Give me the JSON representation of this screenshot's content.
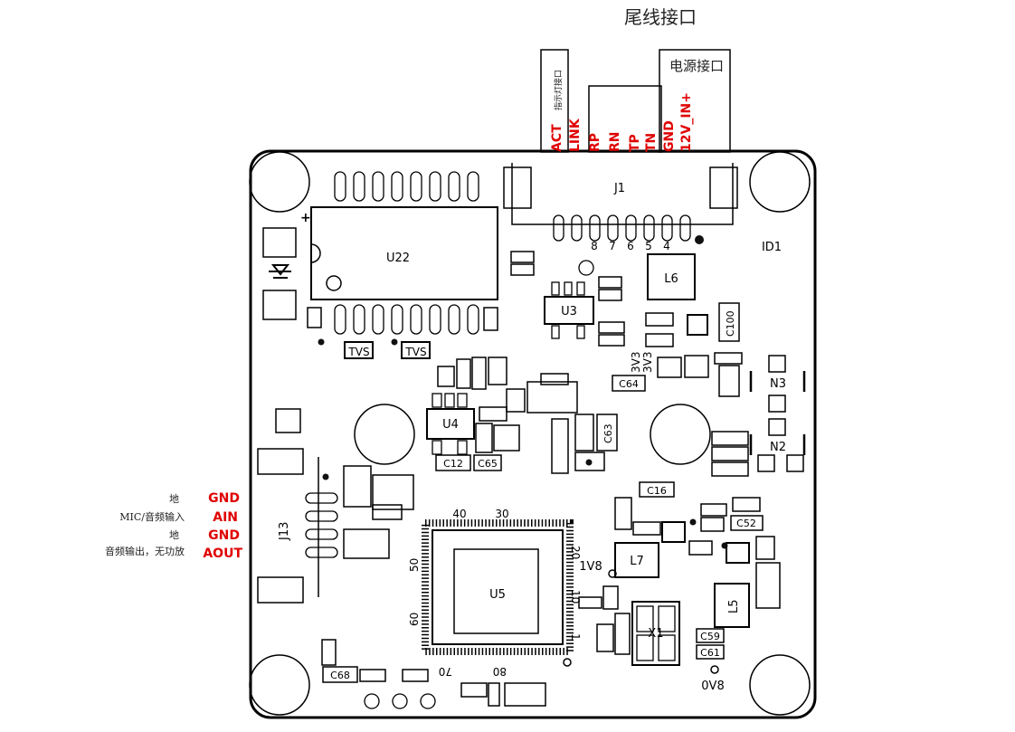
{
  "titles": {
    "pigtail": "尾线接口",
    "power": "电源接口",
    "indicator": "指示灯接口"
  },
  "top_pins": [
    "ACT",
    "LINK",
    "RP",
    "RN",
    "TP",
    "TN",
    "GND",
    "12V_IN+"
  ],
  "j1_pin_numbers": [
    "8",
    "7",
    "6",
    "5",
    "4"
  ],
  "audio": {
    "pins": [
      "GND",
      "AIN",
      "GND",
      "AOUT"
    ],
    "descriptions": [
      "地",
      "MIC/音频输入",
      "地",
      "音频输出，无功放"
    ]
  },
  "components": {
    "j1": "J1",
    "u22": "U22",
    "u3": "U3",
    "u4": "U4",
    "u5": "U5",
    "l6": "L6",
    "l7": "L7",
    "l5": "L5",
    "x1": "X1",
    "j13": "J13",
    "n3": "N3",
    "n2": "N2",
    "tvs1": "TVS",
    "tvs2": "TVS",
    "id1": "ID1",
    "c64": "C64",
    "c12": "C12",
    "c65": "C65",
    "c16": "C16",
    "c52": "C52",
    "c59": "C59",
    "c61": "C61",
    "c68": "C68",
    "c63": "C63",
    "c100": "C100"
  },
  "net_labels": {
    "v3v3a": "3V3",
    "v3v3b": "3V3",
    "v1v8": "1V8",
    "v0v8": "0V8"
  },
  "u5_pin_marks": [
    "40",
    "30",
    "20",
    "10",
    "1",
    "50",
    "60",
    "70",
    "80"
  ]
}
